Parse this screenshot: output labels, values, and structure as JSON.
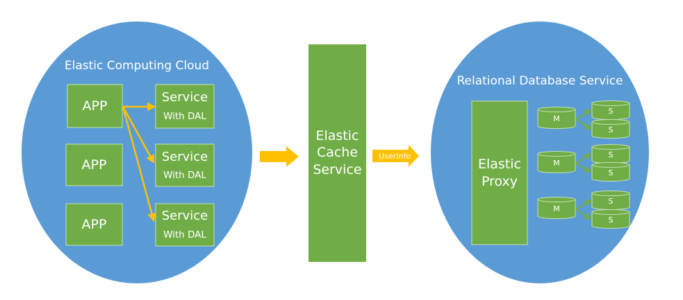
{
  "ecc": {
    "title": "Elastic Computing Cloud",
    "apps": [
      "APP",
      "APP",
      "APP"
    ],
    "services": [
      {
        "line1": "Service",
        "line2": "With DAL"
      },
      {
        "line1": "Service",
        "line2": "With DAL"
      },
      {
        "line1": "Service",
        "line2": "With DAL"
      }
    ]
  },
  "cache": {
    "lines": [
      "Elastic",
      "Cache",
      "Service"
    ]
  },
  "flow_label": "UserInfo",
  "rds": {
    "title": "Relational Database Service",
    "proxy_lines": [
      "Elastic",
      "Proxy"
    ],
    "groups": [
      {
        "master": "M",
        "slaves": [
          "S",
          "S"
        ]
      },
      {
        "master": "M",
        "slaves": [
          "S",
          "S"
        ]
      },
      {
        "master": "M",
        "slaves": [
          "S",
          "S"
        ]
      }
    ]
  },
  "colors": {
    "ellipse": "#5b9bd5",
    "box": "#70ad47",
    "arrow": "#ffc000",
    "text": "#ffffff"
  }
}
